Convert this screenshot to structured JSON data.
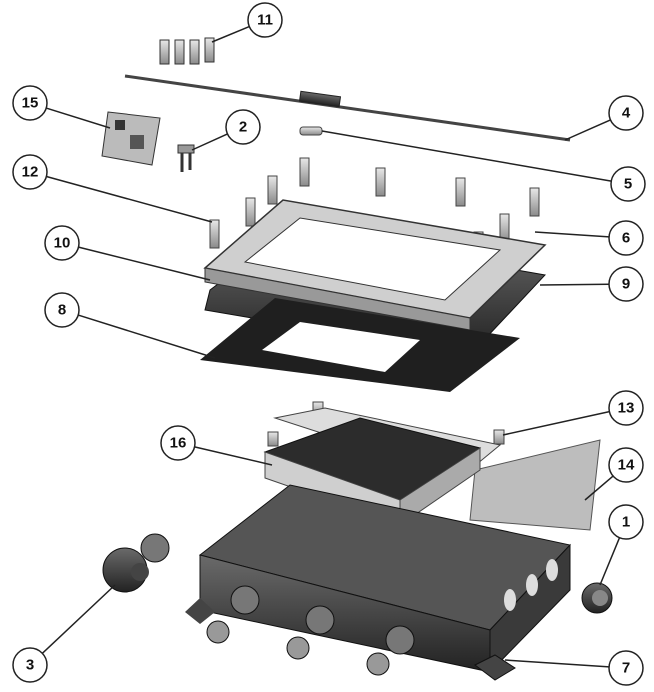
{
  "diagram": {
    "type": "exploded-assembly-view",
    "callouts": [
      "1",
      "2",
      "3",
      "4",
      "5",
      "6",
      "7",
      "8",
      "9",
      "10",
      "11",
      "12",
      "13",
      "14",
      "15",
      "16"
    ]
  }
}
